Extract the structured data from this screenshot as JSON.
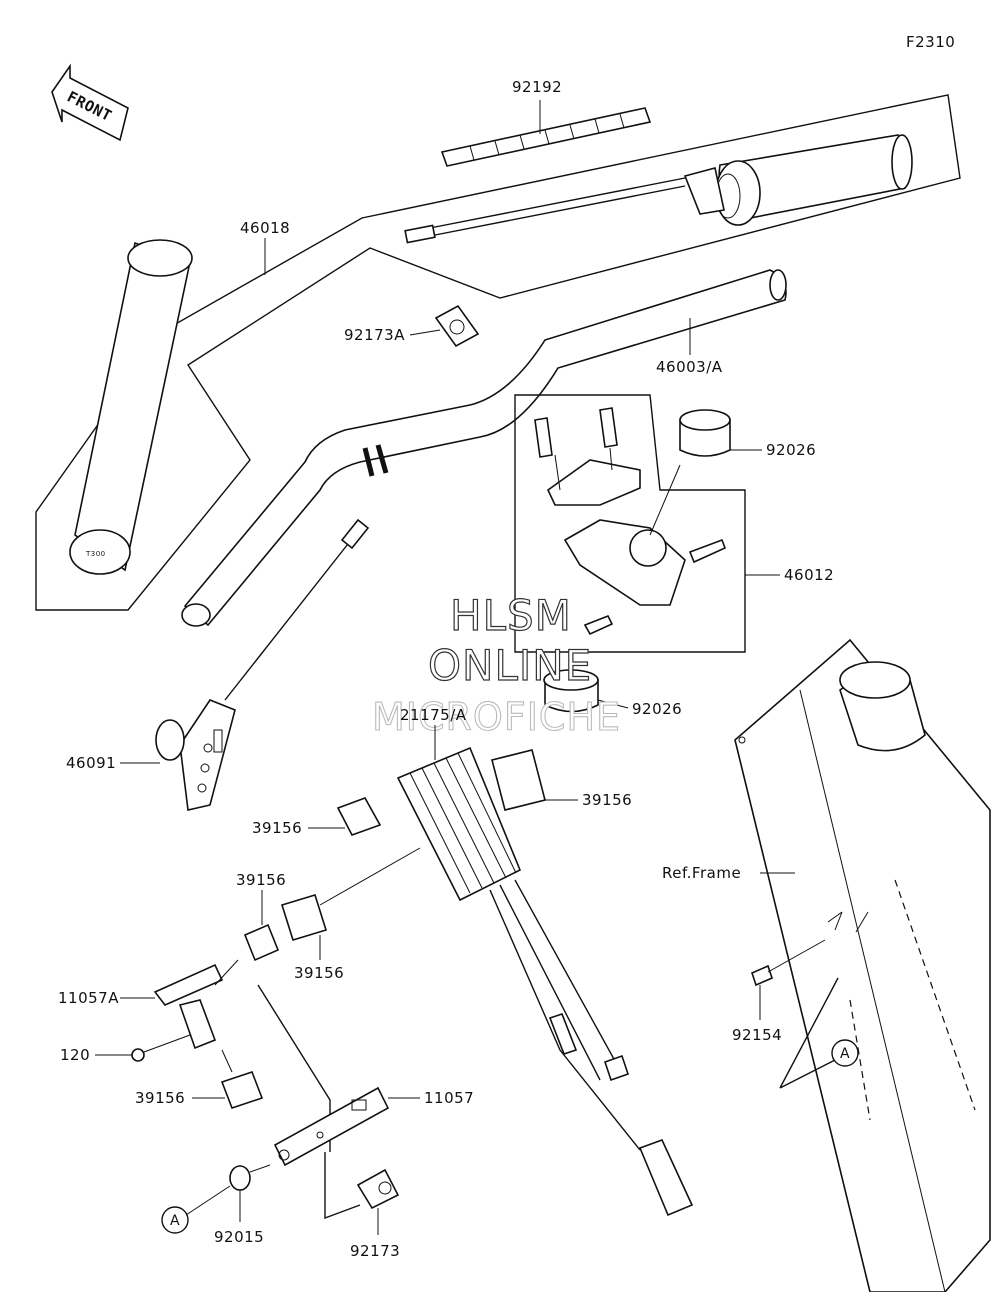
{
  "figure_code": "F2310",
  "front_label": "FRONT",
  "watermark": [
    "HLSM",
    "ONLINE",
    "MICROFICHE"
  ],
  "callouts": [
    {
      "id": "c92192",
      "text": "92192"
    },
    {
      "id": "c46018",
      "text": "46018"
    },
    {
      "id": "c92173A",
      "text": "92173A"
    },
    {
      "id": "c46003A",
      "text": "46003/A"
    },
    {
      "id": "c92026a",
      "text": "92026"
    },
    {
      "id": "c46012",
      "text": "46012"
    },
    {
      "id": "c92026b",
      "text": "92026"
    },
    {
      "id": "c21175A",
      "text": "21175/A"
    },
    {
      "id": "c46091",
      "text": "46091"
    },
    {
      "id": "c39156a",
      "text": "39156"
    },
    {
      "id": "c39156b",
      "text": "39156"
    },
    {
      "id": "c39156c",
      "text": "39156"
    },
    {
      "id": "c39156d",
      "text": "39156"
    },
    {
      "id": "c11057A",
      "text": "11057A"
    },
    {
      "id": "c120",
      "text": "120"
    },
    {
      "id": "c39156e",
      "text": "39156"
    },
    {
      "id": "c11057",
      "text": "11057"
    },
    {
      "id": "c92015",
      "text": "92015"
    },
    {
      "id": "c92173",
      "text": "92173"
    },
    {
      "id": "cRefFrame",
      "text": "Ref.Frame"
    },
    {
      "id": "c92154",
      "text": "92154"
    }
  ],
  "reference_markers": [
    "A",
    "A"
  ]
}
